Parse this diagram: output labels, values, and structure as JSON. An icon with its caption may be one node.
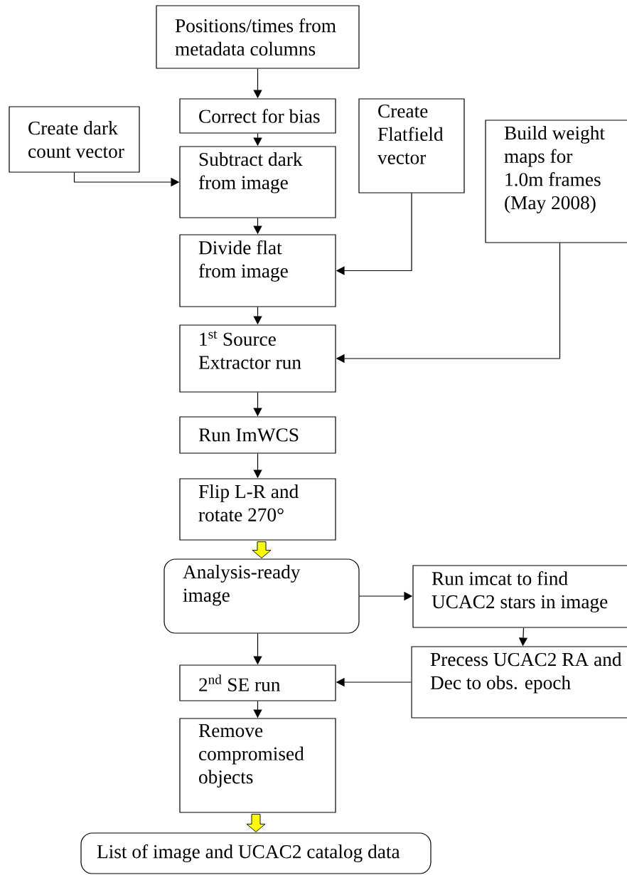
{
  "diagram": {
    "nodes": [
      {
        "text": [
          "Positions/times from metadata columns"
        ]
      },
      {
        "text": [
          "Correct for bias"
        ]
      },
      {
        "text": [
          "Create dark count vector"
        ]
      },
      {
        "text": [
          "Subtract dark from image"
        ]
      },
      {
        "text": [
          "Create Flatfield vector"
        ]
      },
      {
        "text": [
          "Build weight maps for 1.0m frames (May 2008)"
        ]
      },
      {
        "text": [
          "Divide flat from image"
        ]
      },
      {
        "text": [
          "1$^{st}$ Source Extractor run"
        ]
      },
      {
        "text": [
          "Run ImWCS"
        ]
      },
      {
        "text": [
          "Flip L-R and rotate 270°"
        ]
      },
      {
        "text": [
          "Analysis-ready image"
        ]
      },
      {
        "text": [
          "Run imcat to find UCAC2 stars in image"
        ]
      },
      {
        "text": [
          "2$^{nd}$ SE run"
        ]
      },
      {
        "text": [
          "Precess UCAC2 RA and Dec to obs. epoch"
        ]
      },
      {
        "text": [
          "Remove compromised objects"
        ]
      },
      {
        "text": [
          "List of image and UCAC2 catalog data"
        ]
      }
    ],
    "edges": [
      {
        "from": 0,
        "to": 1,
        "arrow": "to"
      },
      {
        "from": 1,
        "to": 3,
        "arrow": "to"
      },
      {
        "from": 2,
        "to": 3,
        "arrow": "to"
      },
      {
        "from": 3,
        "to": 6,
        "arrow": "to"
      },
      {
        "from": 4,
        "to": 6,
        "arrow": "to"
      },
      {
        "from": 6,
        "to": 7,
        "arrow": "to"
      },
      {
        "from": 5,
        "to": 7,
        "arrow": "to"
      },
      {
        "from": 7,
        "to": 8,
        "arrow": "to"
      },
      {
        "from": 8,
        "to": 9,
        "arrow": "to"
      },
      {
        "from": 9,
        "to": 10,
        "arrow": "to",
        "style": "thick",
        "color": "#ffff00"
      },
      {
        "from": 10,
        "to": 11,
        "arrow": "to"
      },
      {
        "from": 10,
        "to": 12,
        "arrow": "to"
      },
      {
        "from": 11,
        "to": 13,
        "arrow": "to"
      },
      {
        "from": 13,
        "to": 12,
        "arrow": "to"
      },
      {
        "from": 12,
        "to": 14,
        "arrow": "to"
      },
      {
        "from": 14,
        "to": 15,
        "arrow": "to",
        "style": "thick",
        "color": "#ffff00"
      }
    ]
  }
}
